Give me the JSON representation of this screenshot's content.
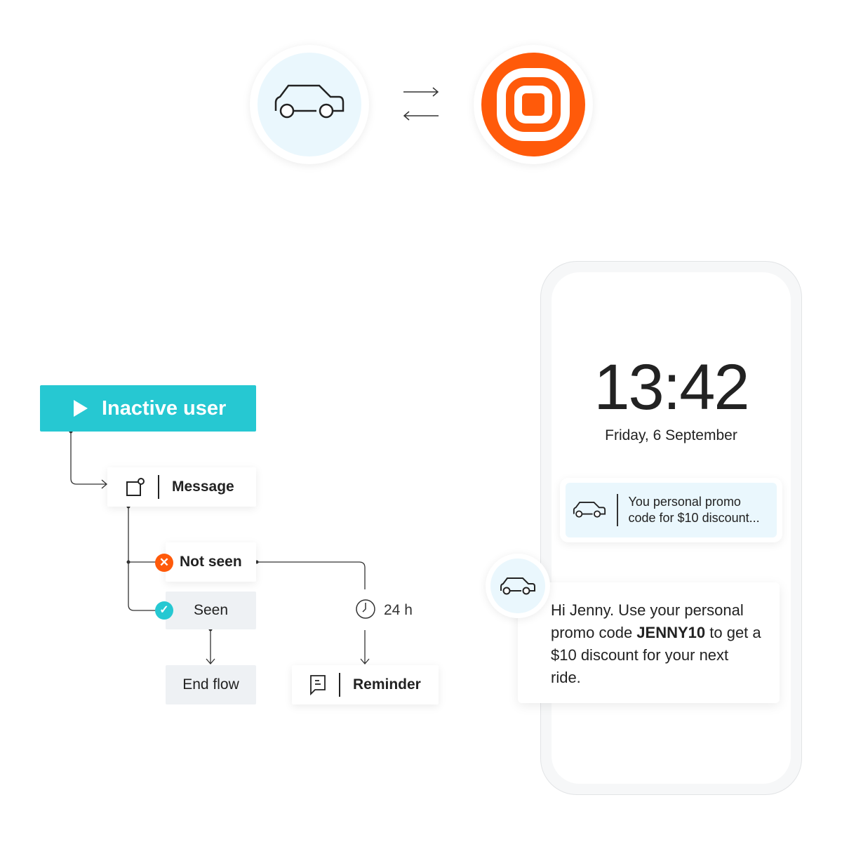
{
  "flow": {
    "trigger": "Inactive user",
    "message": "Message",
    "not_seen": "Not seen",
    "seen": "Seen",
    "end_flow": "End flow",
    "delay": "24 h",
    "reminder": "Reminder"
  },
  "phone": {
    "time": "13:42",
    "date": "Friday, 6 September",
    "notification": [
      "You personal promo",
      "code for $10 discount..."
    ],
    "chat": {
      "before": "Hi Jenny. Use your personal promo code ",
      "code": "JENNY10",
      "after": " to get a $10 discount for your next ride."
    }
  },
  "colors": {
    "accent": "#26c8d2",
    "orange": "#ff5a0a",
    "light_blue": "#eaf7fd"
  }
}
